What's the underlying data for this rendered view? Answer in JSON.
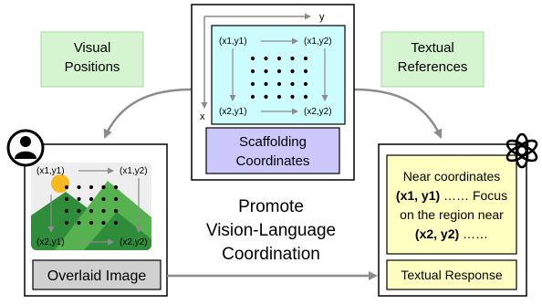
{
  "left_label": {
    "lines": [
      "Visual",
      "Positions"
    ]
  },
  "right_label": {
    "lines": [
      "Textual",
      "References"
    ]
  },
  "scaffold": {
    "axis_y": "y",
    "axis_x": "x",
    "tl": "(x1,y1)",
    "tr": "(x1,y2)",
    "bl": "(x2,y1)",
    "br": "(x2,y2)",
    "caption_lines": [
      "Scaffolding",
      "Coordinates"
    ]
  },
  "overlay": {
    "tl": "(x1,y1)",
    "tr": "(x1,y2)",
    "bl": "(x2,y1)",
    "br": "(x2,y2)",
    "caption": "Overlaid Image"
  },
  "center_text": {
    "lines": [
      "Promote",
      "Vision-Language",
      "Coordination"
    ]
  },
  "response": {
    "line1": "Near coordinates",
    "line2_bold": "(x1, y1)",
    "line2_rest": " …… Focus",
    "line3": "on the region near",
    "line4_bold": "(x2, y2)",
    "line4_rest": " ……",
    "caption": "Textual Response"
  },
  "colors": {
    "green_box": "#d4f5cf",
    "cyan_grid": "#ccfcfd",
    "purple_caption": "#ccc8fb",
    "yellow_text": "#ffffc2",
    "gray_caption": "#d0d0d0",
    "arrow_gray": "#8c8c8c",
    "mountain_dark": "#2e8c3b",
    "mountain_light": "#55b24f",
    "sun": "#f7b820"
  }
}
